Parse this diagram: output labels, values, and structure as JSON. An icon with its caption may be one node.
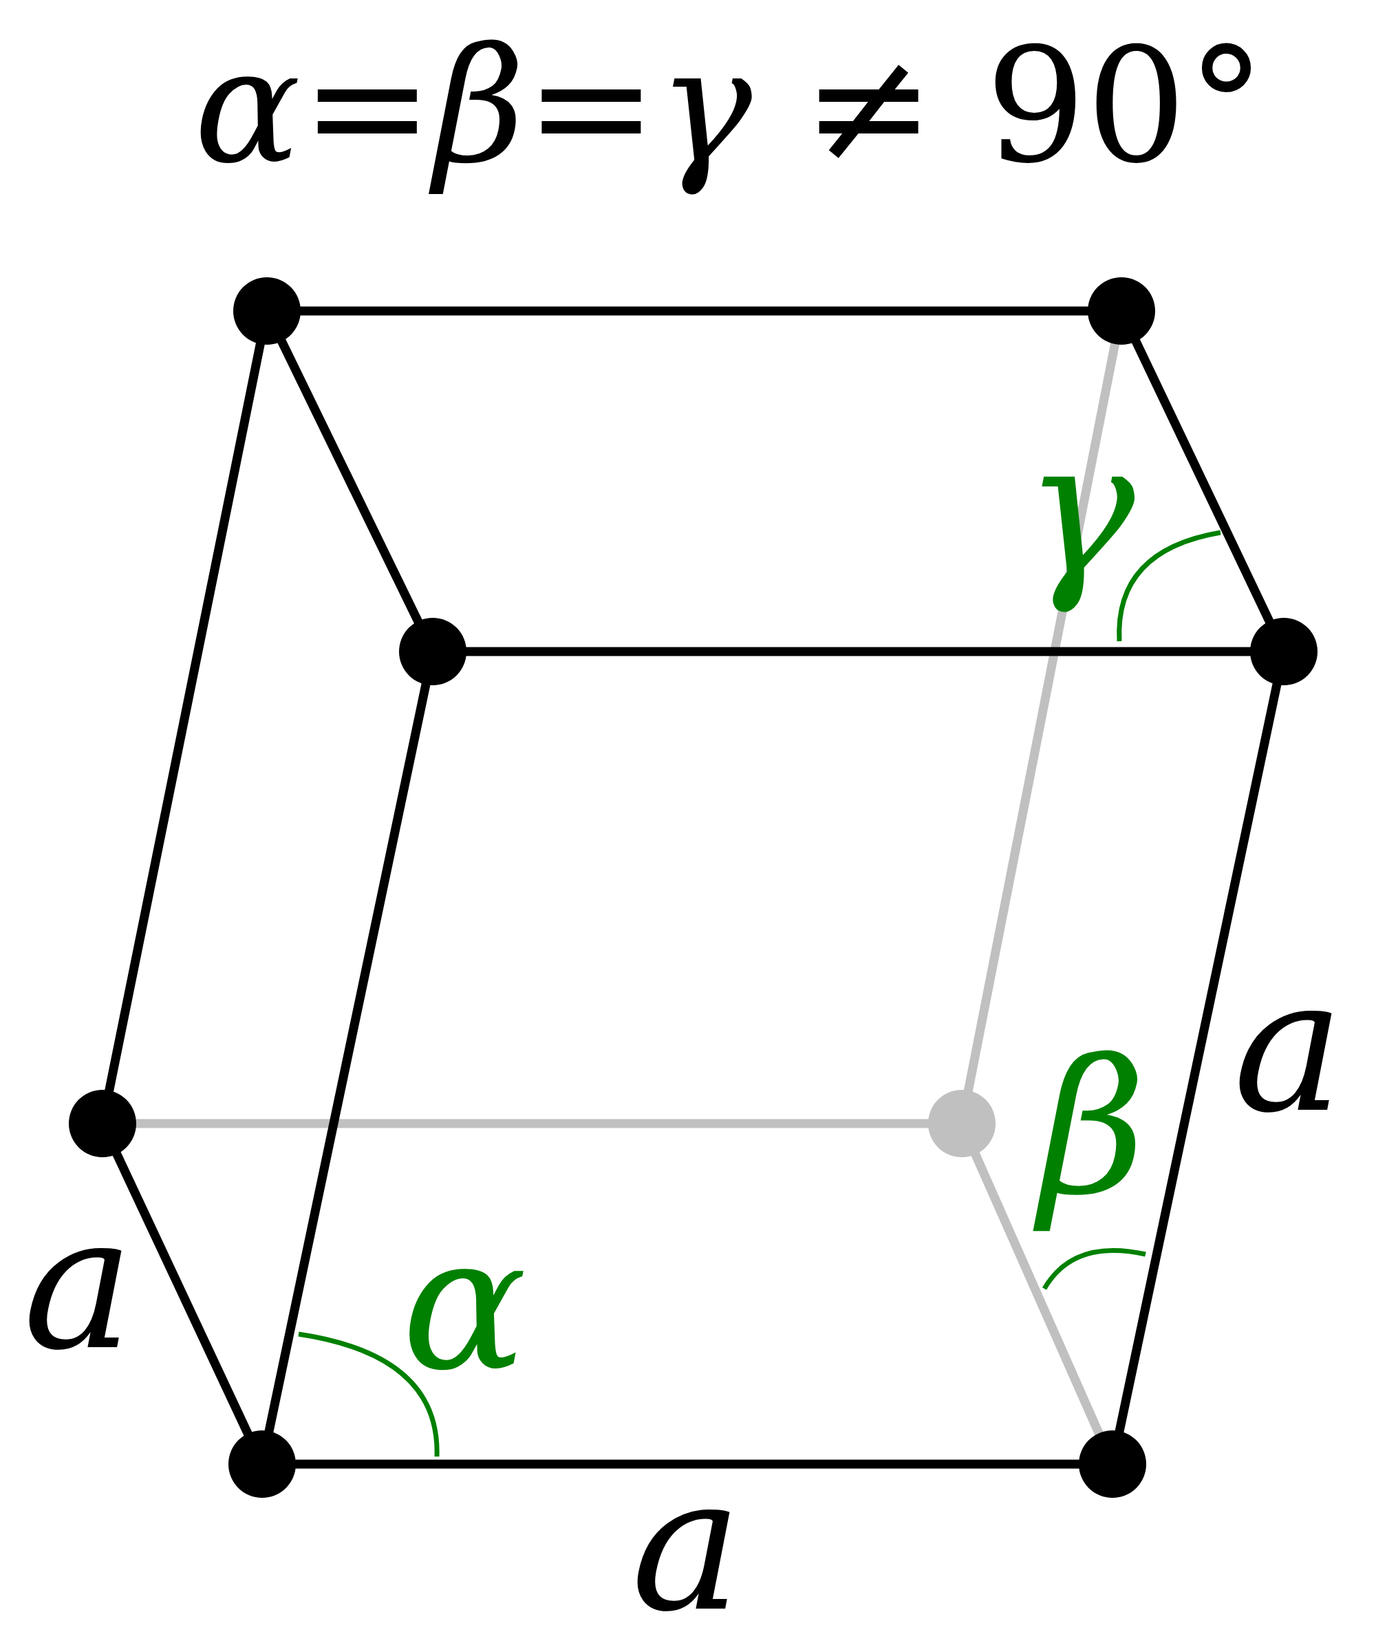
{
  "diagram": {
    "title": "*α*=*β*=*γ* ≠ 90°",
    "labels": [
      "γ",
      "a",
      "β",
      "a",
      "α",
      "a"
    ]
  }
}
